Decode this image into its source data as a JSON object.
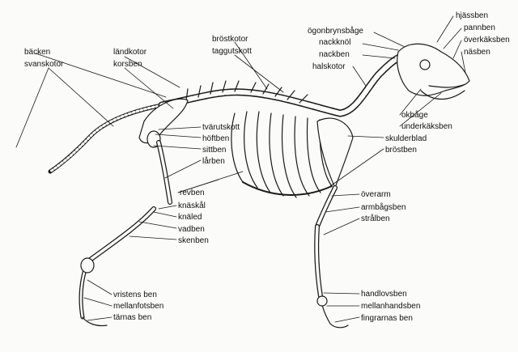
{
  "labels": {
    "backen": "bäcken",
    "svanskotor": "svanskotor",
    "landkotor": "ländkotor",
    "korsben": "korsben",
    "brostkotor": "bröstkotor",
    "taggutskott": "taggutskott",
    "ogonbrynsbage": "ögonbrynsbåge",
    "nackknol": "nackknöl",
    "nackben": "nackben",
    "halskotor": "halskotor",
    "hjassben": "hjässben",
    "pannben": "pannben",
    "overkaksben": "överkäksben",
    "nasben": "näsben",
    "tvarutskott": "tvärutskott",
    "hoftben": "höftben",
    "sittben": "sittben",
    "larben": "lårben",
    "okbage": "okbåge",
    "underkaksben": "underkäksben",
    "skulderblad": "skulderblad",
    "brostben": "bröstben",
    "revben": "revben",
    "knaskal": "knäskål",
    "knaled": "knäled",
    "vadben": "vadben",
    "skenben": "skenben",
    "overarm": "överarm",
    "armbagsben": "armbågsben",
    "stralben": "strålben",
    "vristens_ben": "vristens ben",
    "mellanfotsben": "mellanfotsben",
    "tarnas_ben": "tärnas ben",
    "handlovsben": "handlovsben",
    "mellanhandsben": "mellanhandsben",
    "fingrarnas_ben": "fingrarnas ben"
  }
}
